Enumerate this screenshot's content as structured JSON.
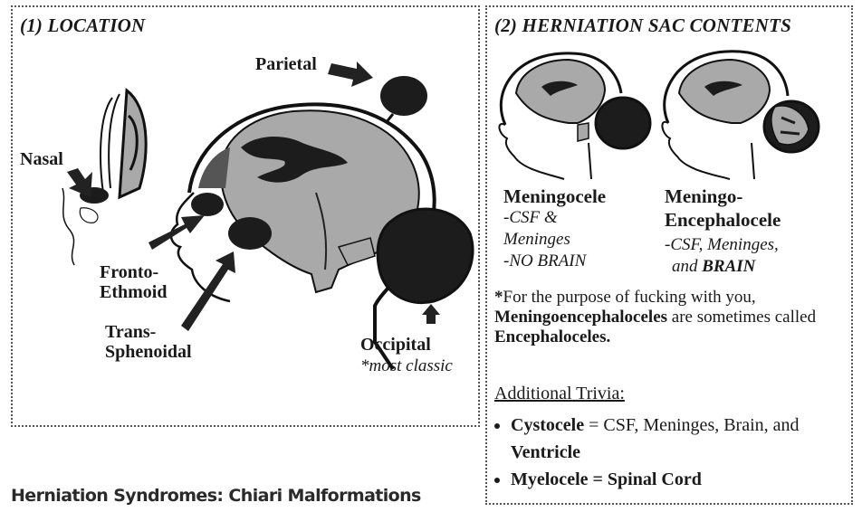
{
  "panel1": {
    "title": "(1) LOCATION",
    "labels": {
      "nasal": "Nasal",
      "parietal": "Parietal",
      "fronto": "Fronto-",
      "ethmoid": "Ethmoid",
      "trans": "Trans-",
      "sphenoidal": "Sphenoidal",
      "occipital": "Occipital",
      "most_classic": "*most classic"
    }
  },
  "panel2": {
    "title": "(2) HERNIATION SAC CONTENTS",
    "meningocele": {
      "name": "Meningocele",
      "line1": "-CSF &",
      "line2": "Meninges",
      "line3": "-NO BRAIN"
    },
    "encephalocele": {
      "name1": "Meningo-",
      "name2": "Encephalocele",
      "line1": "-CSF, Meninges,",
      "line2_pre": "and ",
      "line2_bold": "BRAIN"
    },
    "note": {
      "star": "*",
      "text1": "For the purpose of fucking with you, ",
      "bold1": "Meningoencephaloceles",
      "text2": " are sometimes called ",
      "bold2": "Encephaloceles."
    },
    "trivia_heading": "Additional Trivia:",
    "trivia": [
      {
        "bold": "Cystocele",
        "eq": " = ",
        "text": "CSF, Meninges, Brain, and ",
        "bold2": "Ventricle"
      },
      {
        "bold": "Myelocele = Spinal Cord",
        "eq": "",
        "text": "",
        "bold2": ""
      }
    ]
  },
  "footer": {
    "title": "Herniation Syndromes: Chiari Malformations"
  },
  "colors": {
    "brain": "#a9a9a9",
    "sac": "#1c1c1c",
    "line": "#111111"
  }
}
